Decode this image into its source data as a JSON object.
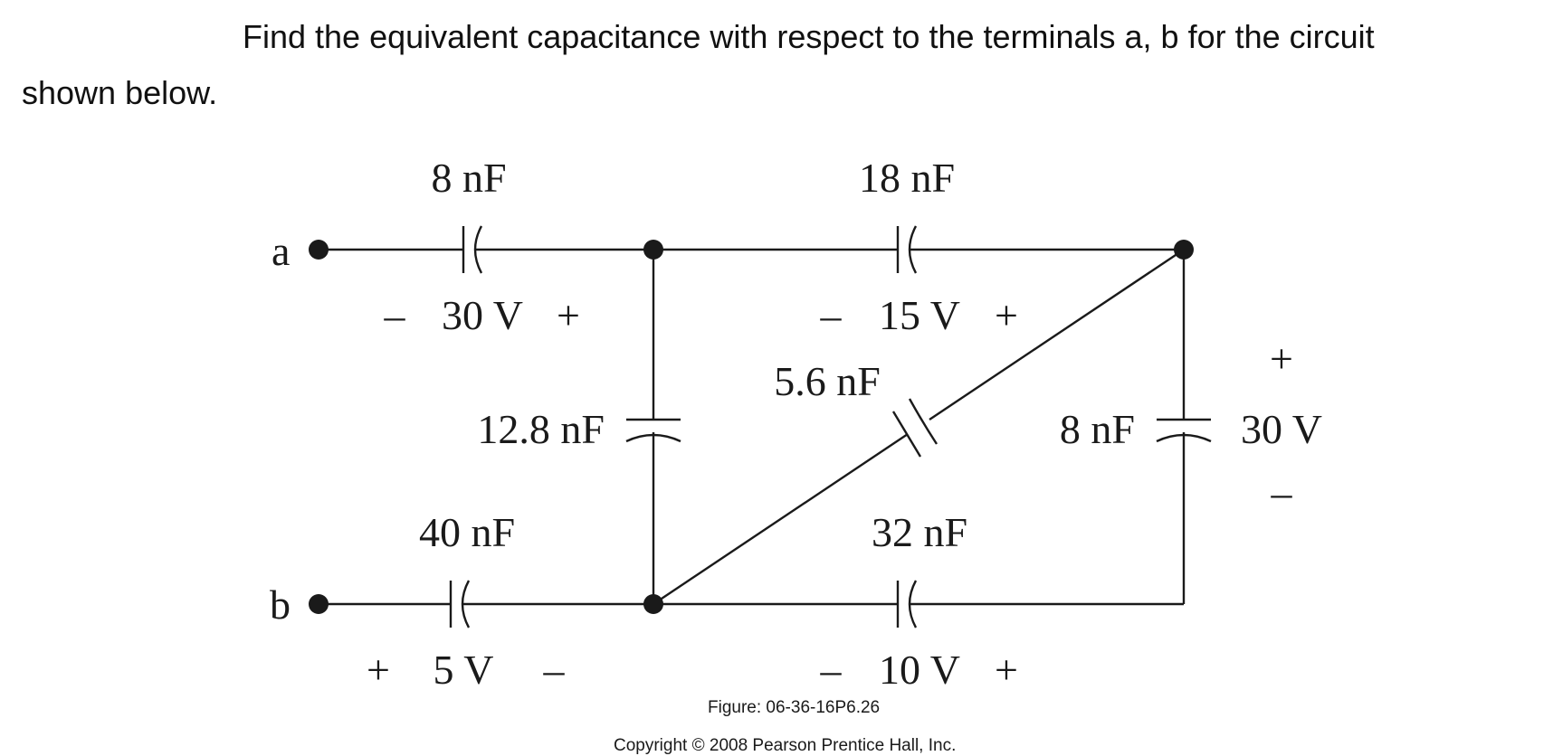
{
  "prompt": {
    "line1": "Find the equivalent capacitance with respect to the terminals a, b for the circuit",
    "line2": "shown below."
  },
  "terminals": {
    "a": "a",
    "b": "b"
  },
  "capacitors": {
    "c_top_left": {
      "value": "8 nF",
      "minus": "–",
      "voltage": "30 V",
      "plus": "+"
    },
    "c_top_right": {
      "value": "18 nF",
      "minus": "–",
      "voltage": "15 V",
      "plus": "+"
    },
    "c_mid_left": {
      "value": "12.8 nF"
    },
    "c_diagonal": {
      "value": "5.6 nF"
    },
    "c_right": {
      "value": "8 nF",
      "plus": "+",
      "voltage": "30 V",
      "minus": "–"
    },
    "c_bot_left": {
      "value": "40 nF",
      "plus": "+",
      "voltage": "5 V",
      "minus": "–"
    },
    "c_bot_right": {
      "value": "32 nF",
      "minus": "–",
      "voltage": "10 V",
      "plus": "+"
    }
  },
  "figure": {
    "caption": "Figure: 06-36-16P6.26",
    "copyright": "Copyright © 2008 Pearson Prentice Hall, Inc."
  },
  "colors": {
    "ink": "#1a1a1a",
    "background": "#ffffff"
  }
}
